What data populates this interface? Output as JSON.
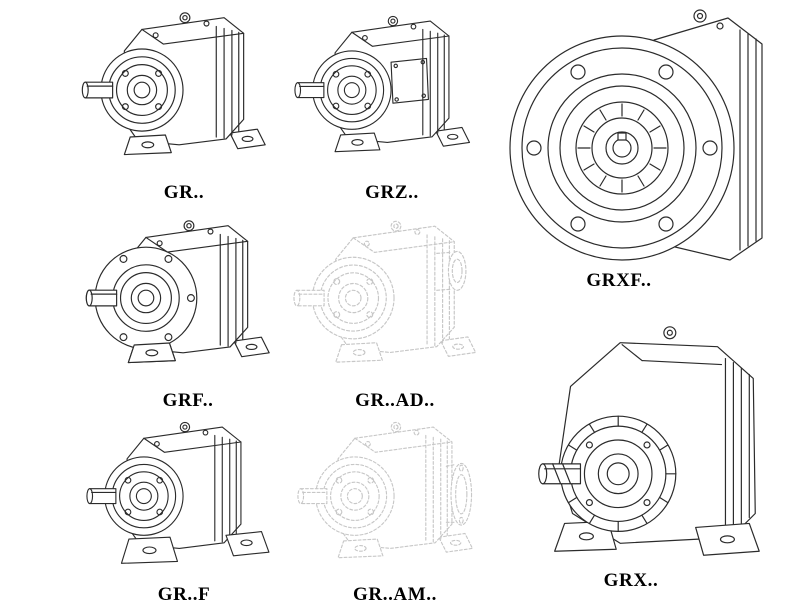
{
  "page": {
    "background": "#ffffff"
  },
  "drawing": {
    "line_color": "#2b2b2b",
    "ghost_line_color": "#c7c7c7",
    "label_color": "#000000"
  },
  "figures": [
    {
      "id": "gr",
      "label": "GR..",
      "style": "solid",
      "description": "helical-gearbox-foot-mounted"
    },
    {
      "id": "grz",
      "label": "GRZ..",
      "style": "solid",
      "description": "helical-gearbox-with-inspection-cover"
    },
    {
      "id": "grxf",
      "label": "GRXF..",
      "style": "solid",
      "description": "helical-gearbox-large-output-flange-front-view"
    },
    {
      "id": "grf",
      "label": "GRF..",
      "style": "solid",
      "description": "helical-gearbox-flange-mounted"
    },
    {
      "id": "grad",
      "label": "GR..AD..",
      "style": "ghost",
      "description": "helical-gearbox-with-input-adapter-dashed"
    },
    {
      "id": "grff",
      "label": "GR..F",
      "style": "solid",
      "description": "helical-gearbox-with-pedestal-feet"
    },
    {
      "id": "gram",
      "label": "GR..AM..",
      "style": "ghost",
      "description": "helical-gearbox-with-motor-flange-adapter-dashed"
    },
    {
      "id": "grx",
      "label": "GRX..",
      "style": "solid",
      "description": "large-helical-gearbox-foot-mounted"
    }
  ]
}
